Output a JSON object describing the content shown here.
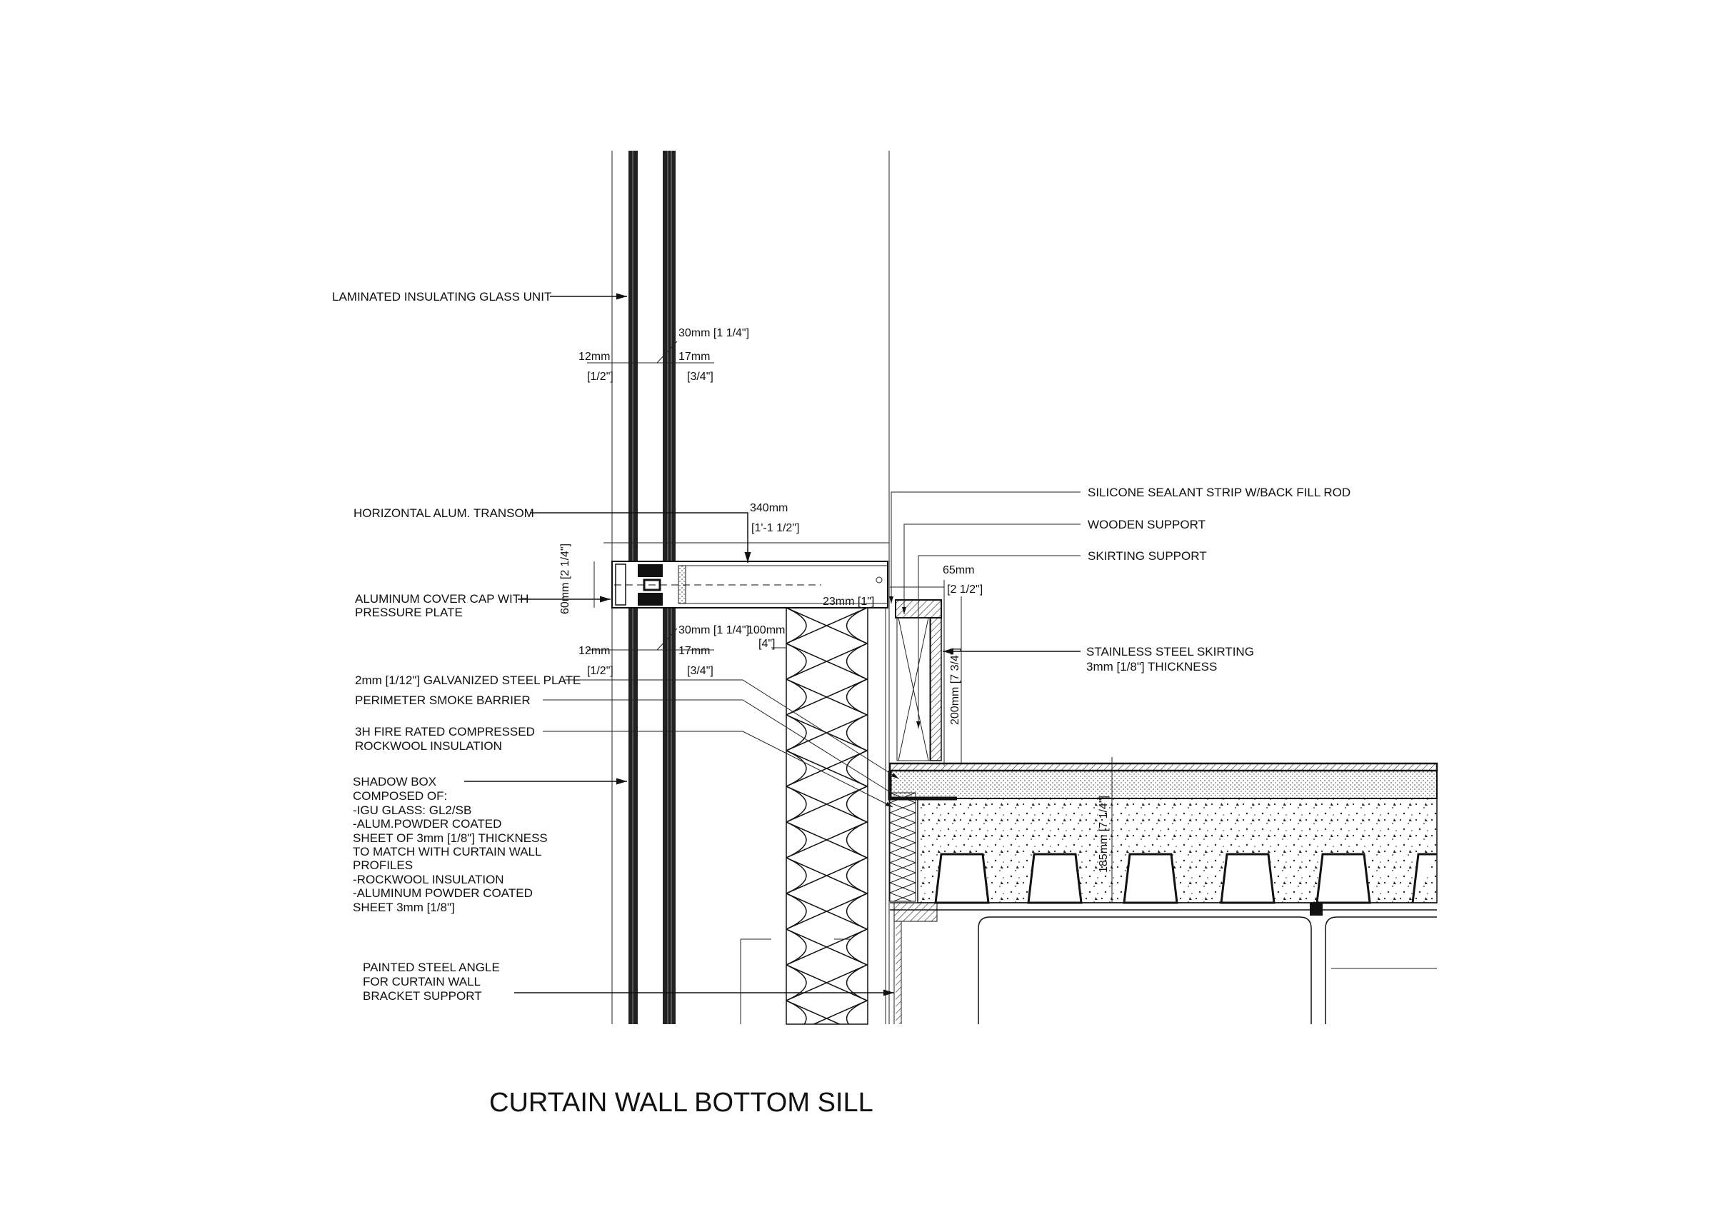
{
  "title": "CURTAIN WALL BOTTOM SILL",
  "labels": {
    "glass_unit": "LAMINATED INSULATING GLASS UNIT",
    "transom": "HORIZONTAL ALUM. TRANSOM",
    "cover_cap": [
      "ALUMINUM COVER CAP WITH",
      "PRESSURE PLATE"
    ],
    "steel_plate": "2mm [1/12\"] GALVANIZED STEEL PLATE",
    "smoke_barrier": "PERIMETER SMOKE BARRIER",
    "rockwool": [
      "3H FIRE RATED COMPRESSED",
      "ROCKWOOL INSULATION"
    ],
    "shadow_box": [
      "SHADOW BOX",
      "COMPOSED OF:",
      "-IGU GLASS: GL2/SB",
      "-ALUM.POWDER COATED",
      "SHEET OF 3mm [1/8\"] THICKNESS",
      "TO MATCH WITH CURTAIN WALL",
      "PROFILES",
      "-ROCKWOOL INSULATION",
      "-ALUMINUM POWDER COATED",
      "SHEET 3mm [1/8\"]"
    ],
    "steel_angle": [
      "PAINTED STEEL ANGLE",
      "FOR CURTAIN WALL",
      "BRACKET SUPPORT"
    ],
    "sealant": "SILICONE SEALANT STRIP W/BACK FILL ROD",
    "wooden_support": "WOODEN SUPPORT",
    "skirting_support": "SKIRTING SUPPORT",
    "skirting": [
      "STAINLESS STEEL SKIRTING",
      "3mm [1/8\"] THICKNESS"
    ]
  },
  "dimensions": {
    "gap_30_top": "30mm [1 1/4\"]",
    "d12_top": "12mm",
    "d12_top_in": "[1/2\"]",
    "d17_top": "17mm",
    "d17_top_in": "[3/4\"]",
    "d340": "340mm",
    "d340_in": "[1'-1 1/2\"]",
    "d60": "60mm [2 1/4\"]",
    "d23": "23mm [1\"]",
    "gap_30_bot": "30mm [1 1/4\"]",
    "d100": "100mm",
    "d100_in": "[4\"]",
    "d12_bot": "12mm",
    "d12_bot_in": "[1/2\"]",
    "d17_bot": "17mm",
    "d17_bot_in": "[3/4\"]",
    "d65": "65mm",
    "d65_in": "[2 1/2\"]",
    "d200": "200mm [7 3/4\"]",
    "d185": "185mm [7 1/4\"]"
  }
}
